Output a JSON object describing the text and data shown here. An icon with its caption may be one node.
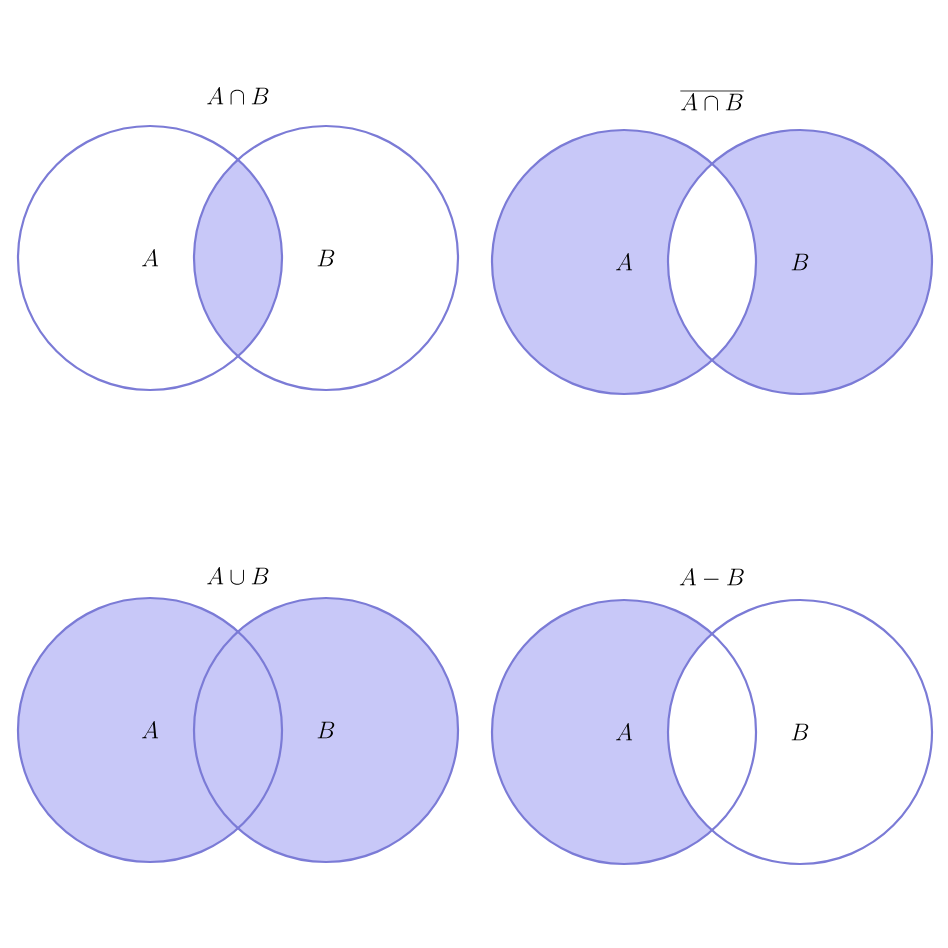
{
  "diagram": {
    "nodes": [
      {
        "text": [
          "A"
        ]
      },
      {
        "text": [
          "B"
        ]
      },
      {
        "text": [
          "A"
        ]
      },
      {
        "text": [
          "B"
        ]
      },
      {
        "text": [
          "A"
        ]
      },
      {
        "text": [
          "B"
        ]
      },
      {
        "text": [
          "A"
        ]
      },
      {
        "text": [
          "B"
        ]
      }
    ],
    "labels": [
      "A \\cap B",
      "\\overline{A \\cap B}",
      "A \\cup B",
      "A - B"
    ]
  }
}
